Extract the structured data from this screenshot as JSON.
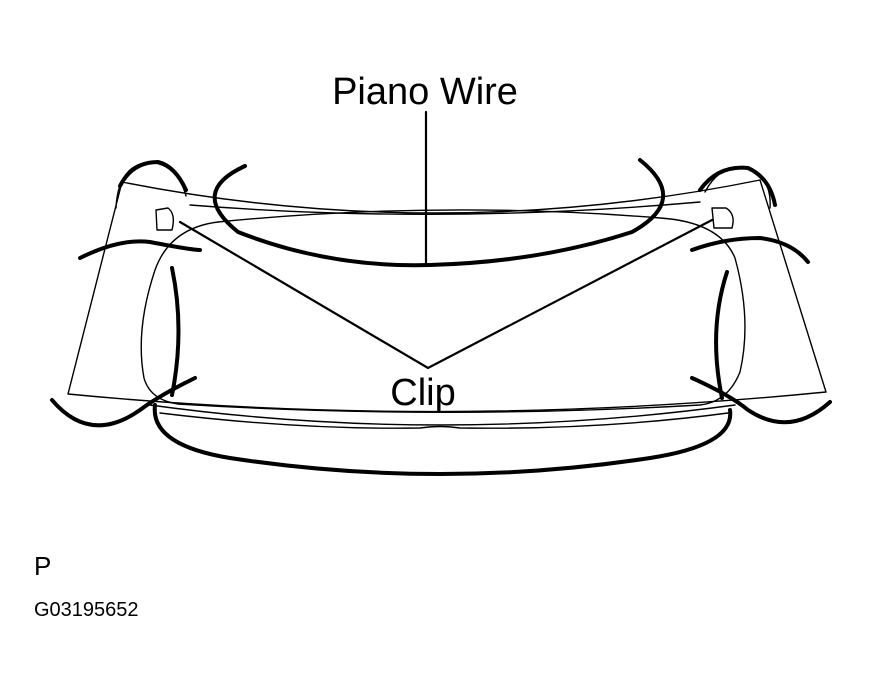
{
  "labels": {
    "piano_wire": "Piano Wire",
    "clip": "Clip"
  },
  "footer": {
    "page_letter": "P",
    "figure_code": "G03195652"
  }
}
